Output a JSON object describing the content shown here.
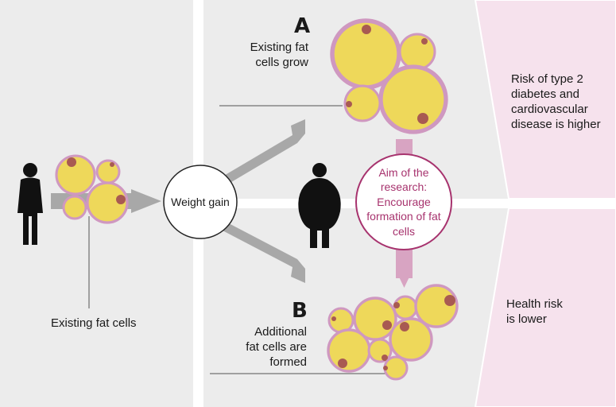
{
  "labels": {
    "option_a_letter": "A",
    "option_a_text": "Existing fat\ncells grow",
    "option_b_letter": "B",
    "option_b_text": "Additional\nfat cells are\nformed",
    "weight_gain": "Weight gain",
    "existing_fat_cells": "Existing fat cells",
    "aim": "Aim of the\nresearch:\nEncourage\nformation of fat\ncells",
    "risk_high": "Risk of type 2\ndiabetes and\ncardiovascular\ndisease is higher",
    "risk_low": "Health risk\nis lower"
  },
  "colors": {
    "background_left": "#ececec",
    "background_center": "#ececec",
    "risk_panel": "#f6e2ed",
    "arrow_gray": "#a8a8a8",
    "arrow_pink": "#d8a4c2",
    "aim_circle": "#a7336e",
    "cell_fill": "#eed85a",
    "cell_membrane": "#cf98c0",
    "nucleus": "#a85a52",
    "person": "#111111"
  },
  "icons": [
    "person-slim-icon",
    "person-obese-icon",
    "fat-cell-icon"
  ]
}
